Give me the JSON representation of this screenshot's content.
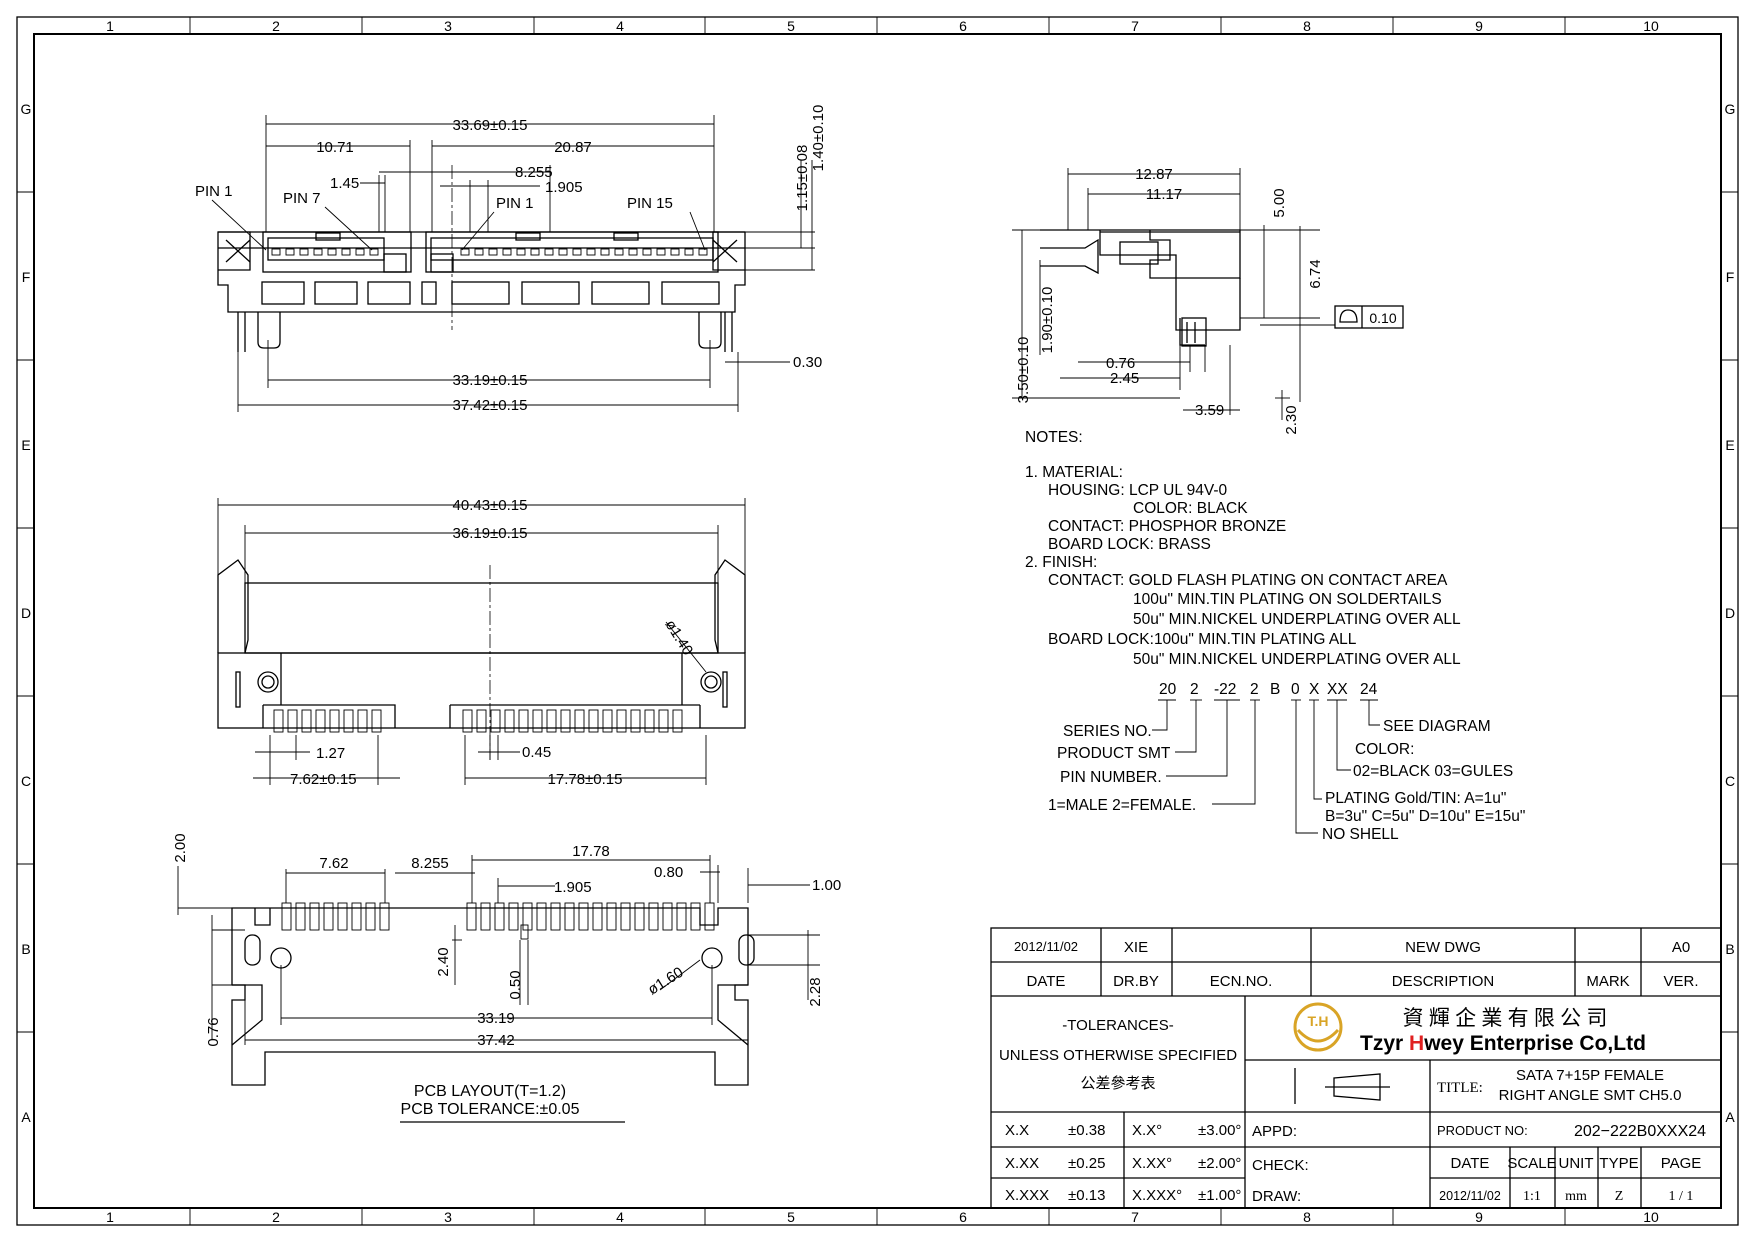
{
  "frame": {
    "col_labels": [
      "1",
      "2",
      "3",
      "4",
      "5",
      "6",
      "7",
      "8",
      "9",
      "10"
    ],
    "row_labels": [
      "G",
      "F",
      "E",
      "D",
      "C",
      "B",
      "A"
    ]
  },
  "top_view": {
    "dims": [
      "33.69±0.15",
      "10.71",
      "20.87",
      "1.45",
      "8.255",
      "1.905",
      "33.19±0.15",
      "37.42±0.15",
      "0.30",
      "1.15±0.08",
      "1.40±0.10"
    ],
    "labels": [
      "PIN 1",
      "PIN 7",
      "PIN 1",
      "PIN 15"
    ]
  },
  "side_view": {
    "dims": [
      "12.87",
      "11.17",
      "5.00",
      "6.74",
      "3.50±0.10",
      "1.90±0.10",
      "0.76",
      "2.45",
      "3.59",
      "2.30"
    ],
    "tolerance_box": "0.10"
  },
  "notes": {
    "heading": "NOTES:",
    "lines": [
      "1.  MATERIAL:",
      "HOUSING:  LCP  UL  94V-0",
      "COLOR:  BLACK",
      "CONTACT:  PHOSPHOR  BRONZE",
      "BOARD  LOCK:  BRASS",
      "2.  FINISH:",
      "CONTACT:  GOLD  FLASH  PLATING  ON  CONTACT  AREA",
      "100u\"  MIN.TIN  PLATING  ON  SOLDERTAILS",
      "50u\"  MIN.NICKEL  UNDERPLATING  OVER  ALL",
      "BOARD  LOCK:100u\"  MIN.TIN  PLATING  ALL",
      "50u\"  MIN.NICKEL  UNDERPLATING  OVER  ALL"
    ]
  },
  "part_code": {
    "segments": [
      "20",
      "2",
      "-22",
      "2",
      "B",
      "0",
      "X",
      "XX",
      "24"
    ],
    "callouts": [
      "SERIES NO.",
      "PRODUCT SMT",
      "PIN  NUMBER.",
      "1=MALE  2=FEMALE.",
      "SEE  DIAGRAM",
      "COLOR:",
      "02=BLACK  03=GULES",
      "PLATING  Gold/TIN:  A=1u\"",
      "B=3u\"  C=5u\"  D=10u\"  E=15u\"",
      "NO  SHELL"
    ]
  },
  "front_view": {
    "dims": [
      "40.43±0.15",
      "36.19±0.15",
      "ø1.40",
      "1.27",
      "0.45",
      "7.62±0.15",
      "17.78±0.15"
    ]
  },
  "pcb_layout": {
    "dims": [
      "2.00",
      "7.62",
      "8.255",
      "17.78",
      "1.905",
      "0.80",
      "1.00",
      "2.40",
      "0.50",
      "ø1.60",
      "2.28",
      "0.76",
      "33.19",
      "37.42"
    ],
    "title_line1": "PCB  LAYOUT(T=1.2)",
    "title_line2": "PCB  TOLERANCE:±0.05"
  },
  "title_block": {
    "rev_row": {
      "date": "2012/11/02",
      "drawn_by": "XIE",
      "ecn": "",
      "description": "NEW  DWG",
      "mark": "",
      "version": "A0"
    },
    "headers": {
      "date": "DATE",
      "drawn_by": "DR.BY",
      "ecn": "ECN.NO.",
      "description": "DESCRIPTION",
      "mark": "MARK",
      "version": "VER."
    },
    "tolerances": {
      "line1": "-TOLERANCES-",
      "line2": "UNLESS OTHERWISE SPECIFIED",
      "line3": "公差參考表",
      "rows": [
        [
          "X.X",
          "±0.38",
          "X.X°",
          "±3.00°"
        ],
        [
          "X.XX",
          "±0.25",
          "X.XX°",
          "±2.00°"
        ],
        [
          "X.XXX",
          "±0.13",
          "X.XXX°",
          "±1.00°"
        ]
      ]
    },
    "company": {
      "logo_text": "T.H",
      "chinese": "資 輝 企 業 有 限 公 司",
      "name_part1": "Tzyr ",
      "name_h": "H",
      "name_part2": "wey Enterprise Co,Ltd"
    },
    "title_label": "TITLE:",
    "title_line1": "SATA 7+15P FEMALE",
    "title_line2": "RIGHT ANGLE SMT CH5.0",
    "appd_label": "APPD:",
    "product_no_label": "PRODUCT NO:",
    "product_no": "202−222B0XXX24",
    "check_label": "CHECK:",
    "draw_label": "DRAW:",
    "info_headers": [
      "DATE",
      "SCALE",
      "UNIT",
      "TYPE",
      "PAGE"
    ],
    "info_values": [
      "2012/11/02",
      "1:1",
      "mm",
      "Z",
      "1 / 1"
    ],
    "accent_red": "#e02020",
    "logo_gold": "#d9a426"
  }
}
